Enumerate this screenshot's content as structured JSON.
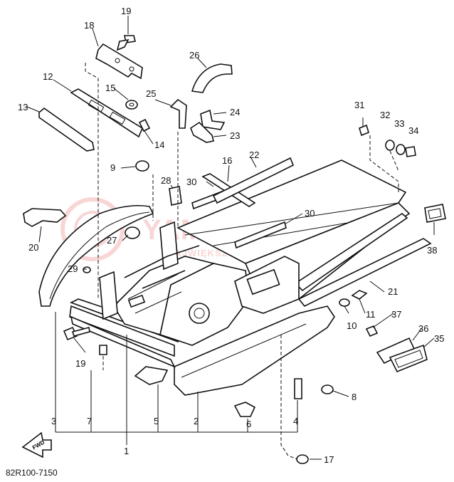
{
  "diagram": {
    "drawing_code": "82R100-7150",
    "fwd_label": "FWD",
    "watermark": {
      "brand": "YAMA-SKLEP.PL",
      "tagline": "NAJWIĘKSZY DEALER YAMAHA"
    },
    "parts": {
      "p1": "1",
      "p2": "2",
      "p3": "3",
      "p4": "4",
      "p5": "5",
      "p6": "6",
      "p7": "7",
      "p8": "8",
      "p9": "9",
      "p10": "10",
      "p11": "11",
      "p12": "12",
      "p13": "13",
      "p14": "14",
      "p15": "15",
      "p16": "16",
      "p17": "17",
      "p18": "18",
      "p19a": "19",
      "p19b": "19",
      "p20": "20",
      "p21": "21",
      "p22": "22",
      "p23": "23",
      "p24": "24",
      "p25": "25",
      "p26": "26",
      "p27": "27",
      "p28": "28",
      "p29": "29",
      "p30a": "30",
      "p30b": "30",
      "p31": "31",
      "p32": "32",
      "p33": "33",
      "p34": "34",
      "p35": "35",
      "p36": "36",
      "p37": "37",
      "p38": "38"
    }
  }
}
